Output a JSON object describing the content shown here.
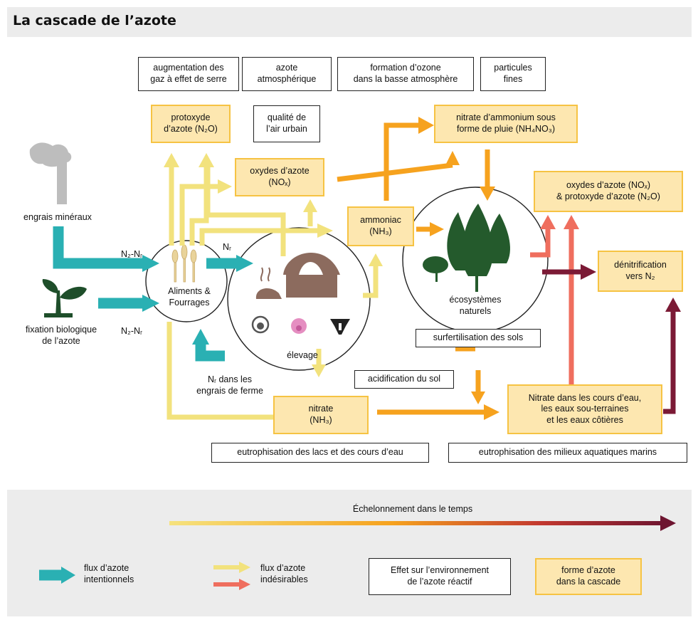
{
  "title": "La cascade de l’azote",
  "colors": {
    "intentional": "#2ab0b3",
    "undesired_yellow": "#f2e27d",
    "undesired_red": "#ef6e5e",
    "cascade_orange": "#f6a21e",
    "dark": "#7b1a35",
    "form_fill": "#fde7b0",
    "form_border": "#f6c343",
    "chimney": "#bdbdbd",
    "plant": "#1e4e2a",
    "tree": "#245a2c",
    "barn": "#8c6b5e"
  },
  "effects": {
    "ghg": "augmentation des\ngaz à effet de serre",
    "atmospheric": "azote\natmosphérique",
    "ozone": "formation d’ozone\ndans la basse atmosphère",
    "particles": "particules\nfines",
    "air_quality": "qualité de\nl’air urbain",
    "soil_overfert": "surfertilisation des sols",
    "soil_acid": "acidification du sol",
    "eutro_lakes": "eutrophisation des lacs et des cours d’eau",
    "eutro_marine": "eutrophisation des milieux aquatiques marins"
  },
  "forms": {
    "n2o": "protoxyde\nd’azote (N₂O)",
    "nox": "oxydes d’azote\n(NOₓ)",
    "nh4no3": "nitrate d’ammonium sous\nforme de pluie (NH₄NO₃)",
    "ammonia": "ammoniac\n(NH₃)",
    "nox_n2o": "oxydes d’azote (NOₓ)\n& protoxyde d’azote  (N₂O)",
    "denit": "dénitrification\nvers  N₂",
    "nitrate": "nitrate\n(NH₃)",
    "water_nitrate": "Nitrate dans les cours d’eau,\nles eaux sou-terraines\net les eaux côtières"
  },
  "labels": {
    "engrais": "engrais minéraux",
    "fixation": "fixation biologique\nde l’azote",
    "n2nr_top": "N₂-Nᵣ",
    "n2nr_bottom": "N₂-Nᵣ",
    "nr": "Nᵣ",
    "aliments": "Aliments &\nFourrages",
    "elevage": "élevage",
    "ecosystems": "écosystèmes\nnaturels",
    "nr_farm": "Nᵣ dans les\nengrais de ferme"
  },
  "legend": {
    "timeline": "Échelonnement dans le temps",
    "intentional": "flux d’azote\nintentionnels",
    "undesired": "flux d’azote\nindésirables",
    "effect": "Effet sur l’environnement\nde l’azote réactif",
    "form": "forme d’azote\ndans la cascade"
  }
}
